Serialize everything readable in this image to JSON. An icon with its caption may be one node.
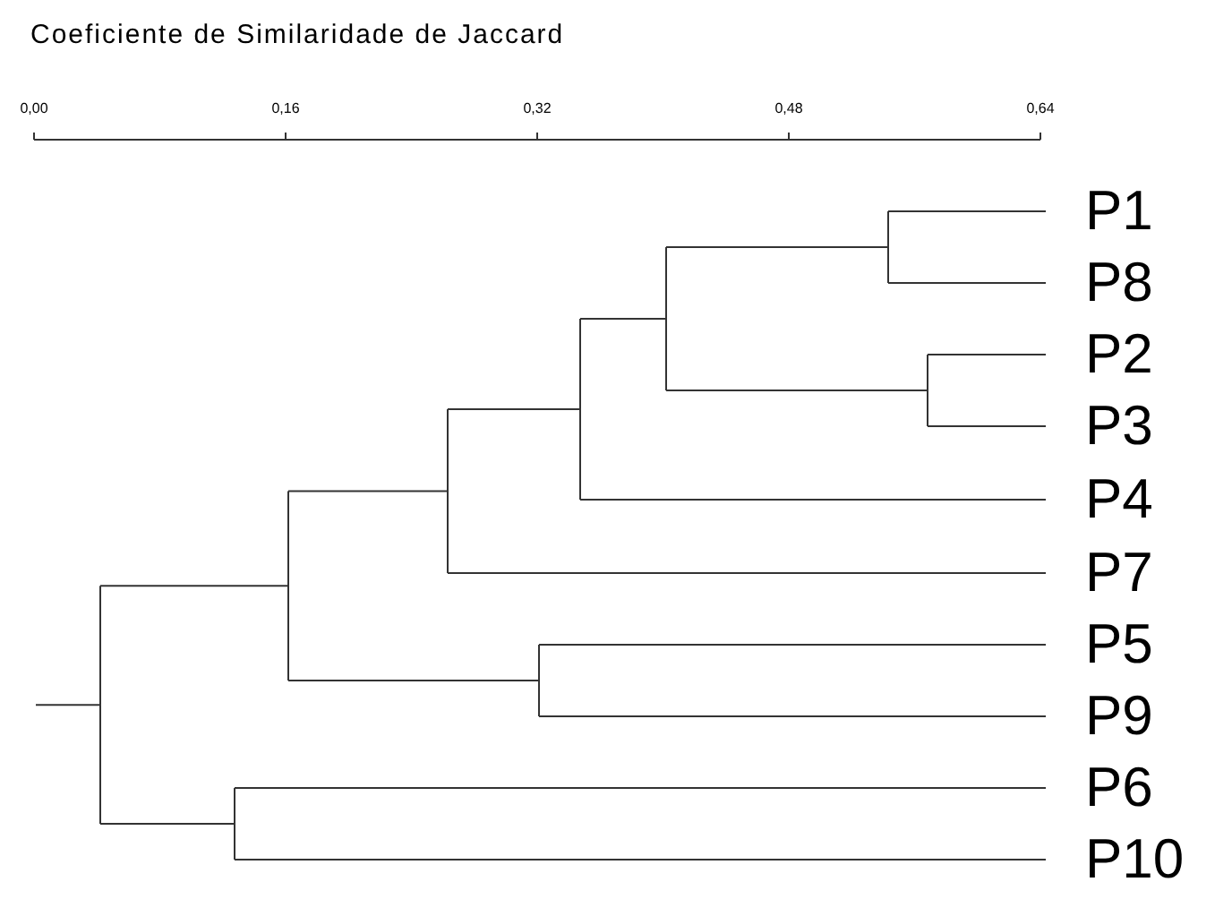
{
  "diagram": {
    "title": "Coeficiente de Similaridade de Jaccard",
    "nodes": [
      {
        "text": [
          "P1"
        ]
      },
      {
        "text": [
          "P8"
        ]
      },
      {
        "text": [
          "P2"
        ]
      },
      {
        "text": [
          "P3"
        ]
      },
      {
        "text": [
          "P4"
        ]
      },
      {
        "text": [
          "P7"
        ]
      },
      {
        "text": [
          "P5"
        ]
      },
      {
        "text": [
          "P9"
        ]
      },
      {
        "text": [
          "P6"
        ]
      },
      {
        "text": [
          "P10"
        ]
      }
    ],
    "edges": [
      {
        "from": null,
        "to": 0,
        "arrow": "none"
      },
      {
        "from": null,
        "to": 1,
        "arrow": "none"
      },
      {
        "from": null,
        "to": 2,
        "arrow": "none"
      },
      {
        "from": null,
        "to": 3,
        "arrow": "none"
      },
      {
        "from": null,
        "to": 4,
        "arrow": "none"
      },
      {
        "from": null,
        "to": 5,
        "arrow": "none"
      },
      {
        "from": null,
        "to": 6,
        "arrow": "none"
      },
      {
        "from": null,
        "to": 7,
        "arrow": "none"
      },
      {
        "from": null,
        "to": 8,
        "arrow": "none"
      },
      {
        "from": null,
        "to": 9,
        "arrow": "none"
      }
    ],
    "labels": [
      "0,00",
      "0,16",
      "0,32",
      "0,48",
      "0,64"
    ]
  }
}
